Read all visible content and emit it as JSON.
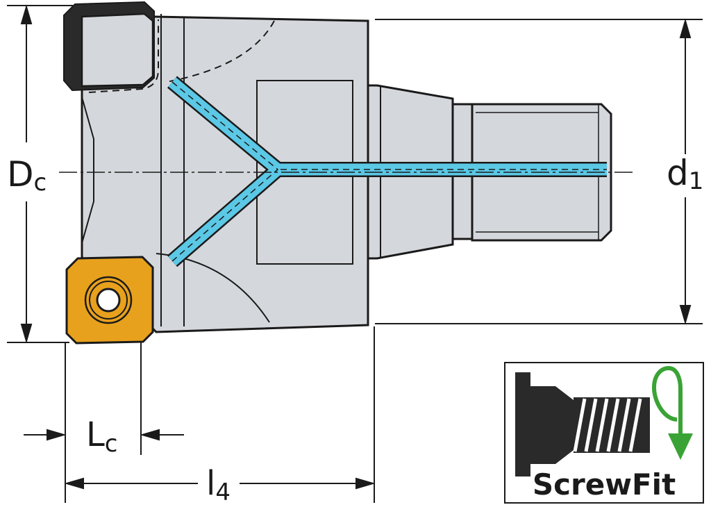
{
  "dimensions": {
    "cutting_diameter": {
      "main": "D",
      "sub": "c"
    },
    "shank_diameter": {
      "main": "d",
      "sub": "1"
    },
    "edge_length": {
      "main": "L",
      "sub": "c"
    },
    "functional_length": {
      "main": "l",
      "sub": "4"
    }
  },
  "badge": {
    "title": "ScrewFit",
    "icon": "screw-fit-thread-with-rotation-arrow-icon"
  },
  "colors": {
    "body_fill": "#d4d7db",
    "outline": "#1a1a1a",
    "coolant": "#5bc8e6",
    "insert": "#e8a11d",
    "insert_dark": "#2a2a2a",
    "arrow_green": "#3aa335"
  }
}
